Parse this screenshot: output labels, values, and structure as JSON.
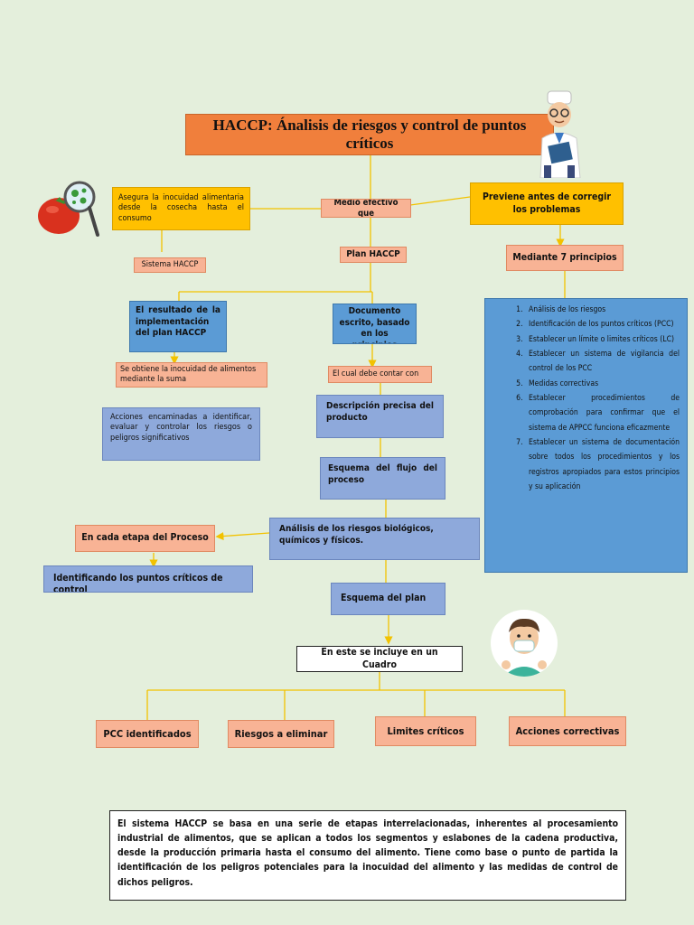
{
  "title": "HACCP: Ánalisis de riesgos y control de puntos críticos",
  "box_asegura": "Asegura la inocuidad alimentaria desde la cosecha hasta el consumo",
  "box_medio": "Medio efectivo que",
  "box_previene": "Previene antes de corregir los problemas",
  "box_sistema": "Sistema HACCP",
  "box_plan": "Plan HACCP",
  "box_mediante": "Mediante 7 principios",
  "box_resultado": "El resultado de la implementación del plan HACCP",
  "box_documento": "Documento escrito, basado en los principios HACCP",
  "box_obtiene": "Se obtiene la inocuidad de alimentos mediante la suma",
  "box_cual": "El cual debe contar con",
  "box_acciones": "Acciones encaminadas a identificar, evaluar y controlar los riesgos o peligros significativos",
  "box_descripcion": "Descripción precisa del producto",
  "box_esquema_flujo": "Esquema del flujo del proceso",
  "box_etapa": "En cada etapa del Proceso",
  "box_analisis": "Análisis de los riesgos biológicos, químicos y físicos.",
  "box_identificando": "Identificando los puntos críticos de control",
  "box_esquema_plan": "Esquema del plan",
  "box_cuadro": "En este se incluye en un Cuadro",
  "box_pcc": "PCC identificados",
  "box_riesgos": "Riesgos a eliminar",
  "box_limites": "Limites críticos",
  "box_correctivas": "Acciones correctivas",
  "principios": [
    {
      "n": "1.",
      "text": "Análisis de los riesgos"
    },
    {
      "n": "2.",
      "text": "Identificación de los puntos críticos (PCC)"
    },
    {
      "n": "3.",
      "text": "Establecer un límite o limites críticos (LC)"
    },
    {
      "n": "4.",
      "text": "Establecer un sistema de vigilancia del control de los PCC"
    },
    {
      "n": "5.",
      "text": "Medidas correctivas"
    },
    {
      "n": "6.",
      "text": "Establecer procedimientos de comprobación para confirmar que el sistema de APPCC funciona eficazmente"
    },
    {
      "n": "7.",
      "text": "Establecer un sistema de documentación sobre todos los procedimientos y los registros apropiados para estos principios y su aplicación"
    }
  ],
  "footer_text": "El sistema HACCP se basa en una serie de etapas interrelacionadas, inherentes al procesamiento industrial de alimentos, que se aplican a todos los segmentos y eslabones de la cadena productiva, desde la producción primaria hasta el consumo del alimento. Tiene como base o punto de partida la identificación de los peligros potenciales para la inocuidad del alimento y las medidas de control de dichos peligros.",
  "colors": {
    "background": "#e4efdc",
    "orange": "#f07f3c",
    "yellow": "#ffc000",
    "salmon": "#f8b395",
    "blue": "#5b9bd5",
    "lavender": "#8ea9db",
    "connector": "#f2c200"
  },
  "icons": [
    "tomato-magnifier-icon",
    "scientist-icon",
    "masked-person-icon"
  ]
}
